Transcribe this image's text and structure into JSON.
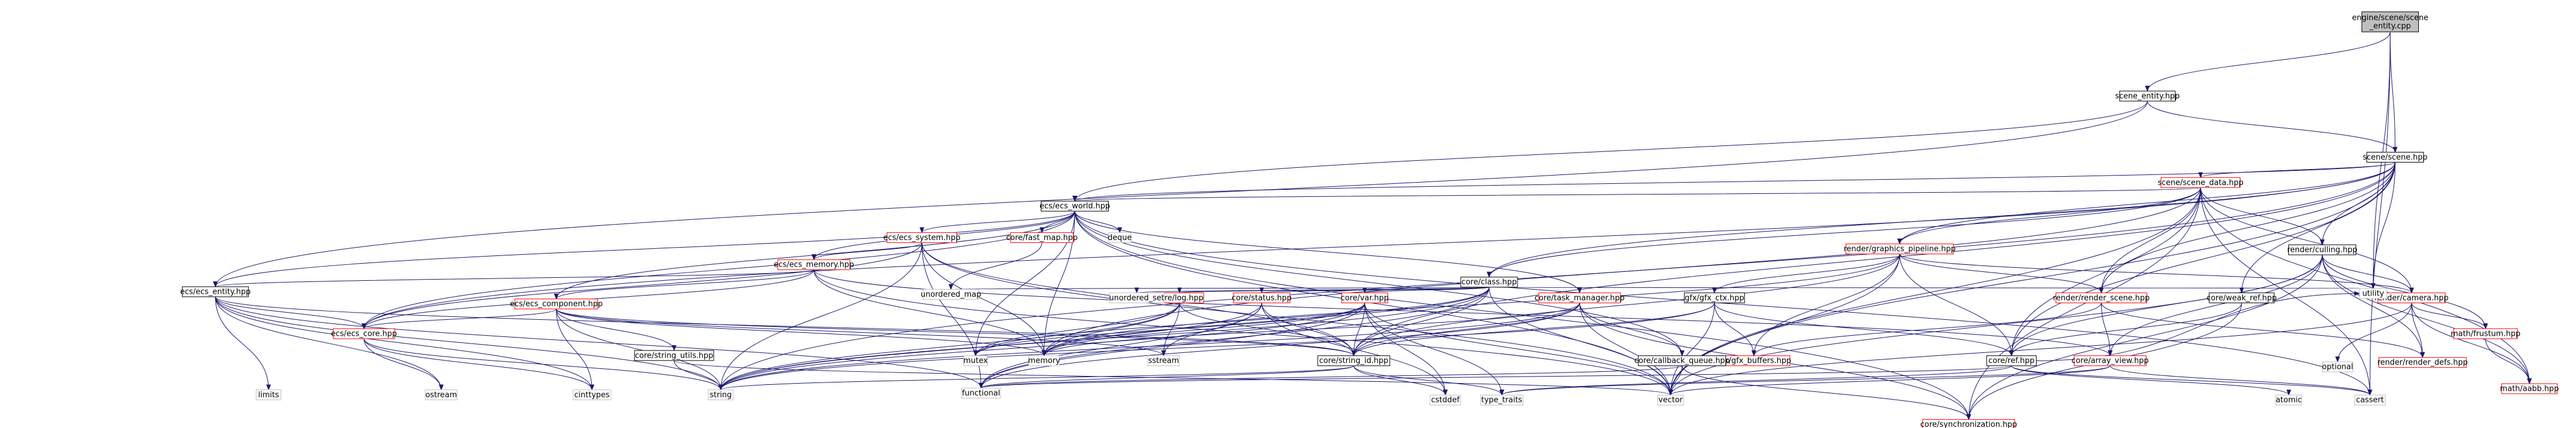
{
  "diagram": {
    "type": "include-dependency-graph",
    "colors": {
      "edge": "#191970",
      "node_border": "#000000",
      "node_border_documented": "#ff0000",
      "node_fill": "#ffffff",
      "root_fill": "#bfbfbf",
      "label": "#000000"
    },
    "nodes": [
      {
        "id": "root",
        "label": [
          "engine/scene/scene",
          "_entity.cpp"
        ],
        "style": "root"
      },
      {
        "id": "scene_entity",
        "label": [
          "scene_entity.hpp"
        ],
        "style": "normal"
      },
      {
        "id": "scene",
        "label": [
          "scene/scene.hpp"
        ],
        "style": "normal"
      },
      {
        "id": "scene_data",
        "label": [
          "scene/scene_data.hpp"
        ],
        "style": "red"
      },
      {
        "id": "ecs_world",
        "label": [
          "ecs/ecs_world.hpp"
        ],
        "style": "normal"
      },
      {
        "id": "ecs_system",
        "label": [
          "ecs/ecs_system.hpp"
        ],
        "style": "red"
      },
      {
        "id": "fast_map",
        "label": [
          "core/fast_map.hpp"
        ],
        "style": "red"
      },
      {
        "id": "deque",
        "label": [
          "deque"
        ],
        "style": "plain"
      },
      {
        "id": "ecs_memory",
        "label": [
          "ecs/ecs_memory.hpp"
        ],
        "style": "red"
      },
      {
        "id": "ecs_entity",
        "label": [
          "ecs/ecs_entity.hpp"
        ],
        "style": "normal"
      },
      {
        "id": "ecs_component",
        "label": [
          "ecs/ecs_component.hpp"
        ],
        "style": "red"
      },
      {
        "id": "ecs_core",
        "label": [
          "ecs/ecs_core.hpp"
        ],
        "style": "red"
      },
      {
        "id": "class",
        "label": [
          "core/class.hpp"
        ],
        "style": "normal"
      },
      {
        "id": "graphics_pipeline",
        "label": [
          "render/graphics_pipeline.hpp"
        ],
        "style": "red"
      },
      {
        "id": "render_scene",
        "label": [
          "render/render_scene.hpp"
        ],
        "style": "red"
      },
      {
        "id": "culling",
        "label": [
          "render/culling.hpp"
        ],
        "style": "normal"
      },
      {
        "id": "camera",
        "label": [
          "render/camera.hpp"
        ],
        "style": "red"
      },
      {
        "id": "weak_ref",
        "label": [
          "core/weak_ref.hpp"
        ],
        "style": "normal"
      },
      {
        "id": "frustum",
        "label": [
          "math/frustum.hpp"
        ],
        "style": "red"
      },
      {
        "id": "aabb",
        "label": [
          "math/aabb.hpp"
        ],
        "style": "red"
      },
      {
        "id": "render_defs",
        "label": [
          "render/render_defs.hpp"
        ],
        "style": "red"
      },
      {
        "id": "optional",
        "label": [
          "optional"
        ],
        "style": "plain"
      },
      {
        "id": "gfx_ctx",
        "label": [
          "gfx/gfx_ctx.hpp"
        ],
        "style": "normal"
      },
      {
        "id": "gfx_buffers",
        "label": [
          "gfx/gfx_buffers.hpp"
        ],
        "style": "red"
      },
      {
        "id": "task_manager",
        "label": [
          "core/task_manager.hpp"
        ],
        "style": "red"
      },
      {
        "id": "callback_queue",
        "label": [
          "core/callback_queue.hpp"
        ],
        "style": "normal"
      },
      {
        "id": "ref",
        "label": [
          "core/ref.hpp"
        ],
        "style": "normal"
      },
      {
        "id": "array_view",
        "label": [
          "core/array_view.hpp"
        ],
        "style": "red"
      },
      {
        "id": "synchronization",
        "label": [
          "core/synchronization.hpp"
        ],
        "style": "red"
      },
      {
        "id": "log",
        "label": [
          "core/log.hpp"
        ],
        "style": "red"
      },
      {
        "id": "status",
        "label": [
          "core/status.hpp"
        ],
        "style": "red"
      },
      {
        "id": "var",
        "label": [
          "core/var.hpp"
        ],
        "style": "red"
      },
      {
        "id": "string_id",
        "label": [
          "core/string_id.hpp"
        ],
        "style": "normal"
      },
      {
        "id": "string_utils",
        "label": [
          "core/string_utils.hpp"
        ],
        "style": "normal"
      },
      {
        "id": "unordered_map",
        "label": [
          "unordered_map"
        ],
        "style": "plain"
      },
      {
        "id": "unordered_set",
        "label": [
          "unordered_set"
        ],
        "style": "plain"
      },
      {
        "id": "mutex",
        "label": [
          "mutex"
        ],
        "style": "plain"
      },
      {
        "id": "memory",
        "label": [
          "memory"
        ],
        "style": "plain"
      },
      {
        "id": "sstream",
        "label": [
          "sstream"
        ],
        "style": "plain"
      },
      {
        "id": "limits",
        "label": [
          "limits"
        ],
        "style": "plain"
      },
      {
        "id": "ostream",
        "label": [
          "ostream"
        ],
        "style": "plain"
      },
      {
        "id": "cinttypes",
        "label": [
          "cinttypes"
        ],
        "style": "plain"
      },
      {
        "id": "string",
        "label": [
          "string"
        ],
        "style": "plain"
      },
      {
        "id": "functional",
        "label": [
          "functional"
        ],
        "style": "plain"
      },
      {
        "id": "cstddef",
        "label": [
          "cstddef"
        ],
        "style": "plain"
      },
      {
        "id": "type_traits",
        "label": [
          "type_traits"
        ],
        "style": "plain"
      },
      {
        "id": "vector",
        "label": [
          "vector"
        ],
        "style": "plain"
      },
      {
        "id": "atomic",
        "label": [
          "atomic"
        ],
        "style": "plain"
      },
      {
        "id": "cassert",
        "label": [
          "cassert"
        ],
        "style": "plain"
      },
      {
        "id": "utility",
        "label": [
          "utility"
        ],
        "style": "plain"
      }
    ],
    "edges": [
      [
        "root",
        "scene_entity"
      ],
      [
        "root",
        "scene"
      ],
      [
        "root",
        "cassert"
      ],
      [
        "root",
        "utility"
      ],
      [
        "scene_entity",
        "scene"
      ],
      [
        "scene_entity",
        "ecs_world"
      ],
      [
        "scene_entity",
        "ecs_entity"
      ],
      [
        "scene",
        "scene_data"
      ],
      [
        "scene",
        "ecs_world"
      ],
      [
        "scene",
        "class"
      ],
      [
        "scene",
        "graphics_pipeline"
      ],
      [
        "scene",
        "render_scene"
      ],
      [
        "scene",
        "culling"
      ],
      [
        "scene",
        "weak_ref"
      ],
      [
        "scene",
        "ref"
      ],
      [
        "scene",
        "string_id"
      ],
      [
        "scene",
        "ecs_core"
      ],
      [
        "scene",
        "string"
      ],
      [
        "scene",
        "vector"
      ],
      [
        "scene",
        "utility"
      ],
      [
        "scene_data",
        "ecs_world"
      ],
      [
        "scene_data",
        "class"
      ],
      [
        "scene_data",
        "graphics_pipeline"
      ],
      [
        "scene_data",
        "render_scene"
      ],
      [
        "scene_data",
        "culling"
      ],
      [
        "scene_data",
        "camera"
      ],
      [
        "scene_data",
        "ref"
      ],
      [
        "scene_data",
        "synchronization"
      ],
      [
        "scene_data",
        "aabb"
      ],
      [
        "scene_data",
        "memory"
      ],
      [
        "scene_data",
        "vector"
      ],
      [
        "scene_data",
        "cassert"
      ],
      [
        "ecs_world",
        "ecs_system"
      ],
      [
        "ecs_world",
        "fast_map"
      ],
      [
        "ecs_world",
        "deque"
      ],
      [
        "ecs_world",
        "ecs_memory"
      ],
      [
        "ecs_world",
        "ecs_entity"
      ],
      [
        "ecs_world",
        "ecs_component"
      ],
      [
        "ecs_world",
        "ecs_core"
      ],
      [
        "ecs_world",
        "task_manager"
      ],
      [
        "ecs_world",
        "callback_queue"
      ],
      [
        "ecs_world",
        "synchronization"
      ],
      [
        "ecs_world",
        "memory"
      ],
      [
        "ecs_world",
        "mutex"
      ],
      [
        "ecs_world",
        "vector"
      ],
      [
        "ecs_world",
        "cassert"
      ],
      [
        "ecs_system",
        "ecs_memory"
      ],
      [
        "ecs_system",
        "ecs_core"
      ],
      [
        "ecs_system",
        "string_id"
      ],
      [
        "ecs_system",
        "string"
      ],
      [
        "ecs_system",
        "memory"
      ],
      [
        "ecs_system",
        "vector"
      ],
      [
        "ecs_system",
        "functional"
      ],
      [
        "fast_map",
        "unordered_map"
      ],
      [
        "ecs_memory",
        "ecs_entity"
      ],
      [
        "ecs_memory",
        "ecs_component"
      ],
      [
        "ecs_memory",
        "ecs_core"
      ],
      [
        "ecs_memory",
        "array_view"
      ],
      [
        "ecs_memory",
        "memory"
      ],
      [
        "ecs_memory",
        "vector"
      ],
      [
        "ecs_entity",
        "ecs_core"
      ],
      [
        "ecs_entity",
        "string_id"
      ],
      [
        "ecs_entity",
        "limits"
      ],
      [
        "ecs_entity",
        "ostream"
      ],
      [
        "ecs_entity",
        "string"
      ],
      [
        "ecs_entity",
        "functional"
      ],
      [
        "ecs_entity",
        "cinttypes"
      ],
      [
        "ecs_component",
        "ecs_core"
      ],
      [
        "ecs_component",
        "string_utils"
      ],
      [
        "ecs_component",
        "string_id"
      ],
      [
        "ecs_component",
        "sstream"
      ],
      [
        "ecs_component",
        "string"
      ],
      [
        "ecs_component",
        "memory"
      ],
      [
        "ecs_component",
        "cinttypes"
      ],
      [
        "ecs_core",
        "ostream"
      ],
      [
        "ecs_core",
        "cinttypes"
      ],
      [
        "ecs_core",
        "string"
      ],
      [
        "class",
        "log"
      ],
      [
        "class",
        "status"
      ],
      [
        "class",
        "var"
      ],
      [
        "class",
        "string_id"
      ],
      [
        "class",
        "unordered_map"
      ],
      [
        "class",
        "unordered_set"
      ],
      [
        "class",
        "mutex"
      ],
      [
        "class",
        "memory"
      ],
      [
        "class",
        "string"
      ],
      [
        "class",
        "vector"
      ],
      [
        "class",
        "functional"
      ],
      [
        "class",
        "utility"
      ],
      [
        "graphics_pipeline",
        "gfx_ctx"
      ],
      [
        "graphics_pipeline",
        "render_scene"
      ],
      [
        "graphics_pipeline",
        "camera"
      ],
      [
        "graphics_pipeline",
        "gfx_buffers"
      ],
      [
        "graphics_pipeline",
        "string_id"
      ],
      [
        "graphics_pipeline",
        "ref"
      ],
      [
        "graphics_pipeline",
        "vector"
      ],
      [
        "graphics_pipeline",
        "memory"
      ],
      [
        "render_scene",
        "gfx_buffers"
      ],
      [
        "render_scene",
        "array_view"
      ],
      [
        "render_scene",
        "render_defs"
      ],
      [
        "culling",
        "camera"
      ],
      [
        "culling",
        "frustum"
      ],
      [
        "culling",
        "aabb"
      ],
      [
        "culling",
        "render_defs"
      ],
      [
        "culling",
        "array_view"
      ],
      [
        "culling",
        "ref"
      ],
      [
        "culling",
        "vector"
      ],
      [
        "culling",
        "synchronization"
      ],
      [
        "camera",
        "frustum"
      ],
      [
        "camera",
        "aabb"
      ],
      [
        "camera",
        "render_defs"
      ],
      [
        "camera",
        "optional"
      ],
      [
        "camera",
        "vector"
      ],
      [
        "frustum",
        "aabb"
      ],
      [
        "weak_ref",
        "ref"
      ],
      [
        "weak_ref",
        "synchronization"
      ],
      [
        "gfx_ctx",
        "gfx_buffers"
      ],
      [
        "gfx_ctx",
        "ref"
      ],
      [
        "gfx_ctx",
        "string_id"
      ],
      [
        "gfx_ctx",
        "string"
      ],
      [
        "gfx_ctx",
        "vector"
      ],
      [
        "task_manager",
        "callback_queue"
      ],
      [
        "task_manager",
        "synchronization"
      ],
      [
        "task_manager",
        "string_id"
      ],
      [
        "task_manager",
        "string"
      ],
      [
        "task_manager",
        "vector"
      ],
      [
        "task_manager",
        "functional"
      ],
      [
        "task_manager",
        "memory"
      ],
      [
        "callback_queue",
        "synchronization"
      ],
      [
        "callback_queue",
        "functional"
      ],
      [
        "callback_queue",
        "vector"
      ],
      [
        "ref",
        "atomic"
      ],
      [
        "ref",
        "cassert"
      ],
      [
        "ref",
        "type_traits"
      ],
      [
        "ref",
        "functional"
      ],
      [
        "ref",
        "utility"
      ],
      [
        "array_view",
        "vector"
      ],
      [
        "array_view",
        "cassert"
      ],
      [
        "array_view",
        "type_traits"
      ],
      [
        "log",
        "string_id"
      ],
      [
        "log",
        "sstream"
      ],
      [
        "log",
        "string"
      ],
      [
        "log",
        "mutex"
      ],
      [
        "log",
        "memory"
      ],
      [
        "status",
        "string_id"
      ],
      [
        "status",
        "string"
      ],
      [
        "status",
        "sstream"
      ],
      [
        "status",
        "cstddef"
      ],
      [
        "status",
        "functional"
      ],
      [
        "var",
        "string_id"
      ],
      [
        "var",
        "string"
      ],
      [
        "var",
        "vector"
      ],
      [
        "var",
        "memory"
      ],
      [
        "var",
        "type_traits"
      ],
      [
        "var",
        "cstddef"
      ],
      [
        "var",
        "functional"
      ],
      [
        "var",
        "mutex"
      ],
      [
        "string_id",
        "string"
      ],
      [
        "string_id",
        "functional"
      ],
      [
        "string_id",
        "cstddef"
      ],
      [
        "string_id",
        "type_traits"
      ],
      [
        "string_utils",
        "string"
      ],
      [
        "string_utils",
        "vector"
      ]
    ]
  }
}
